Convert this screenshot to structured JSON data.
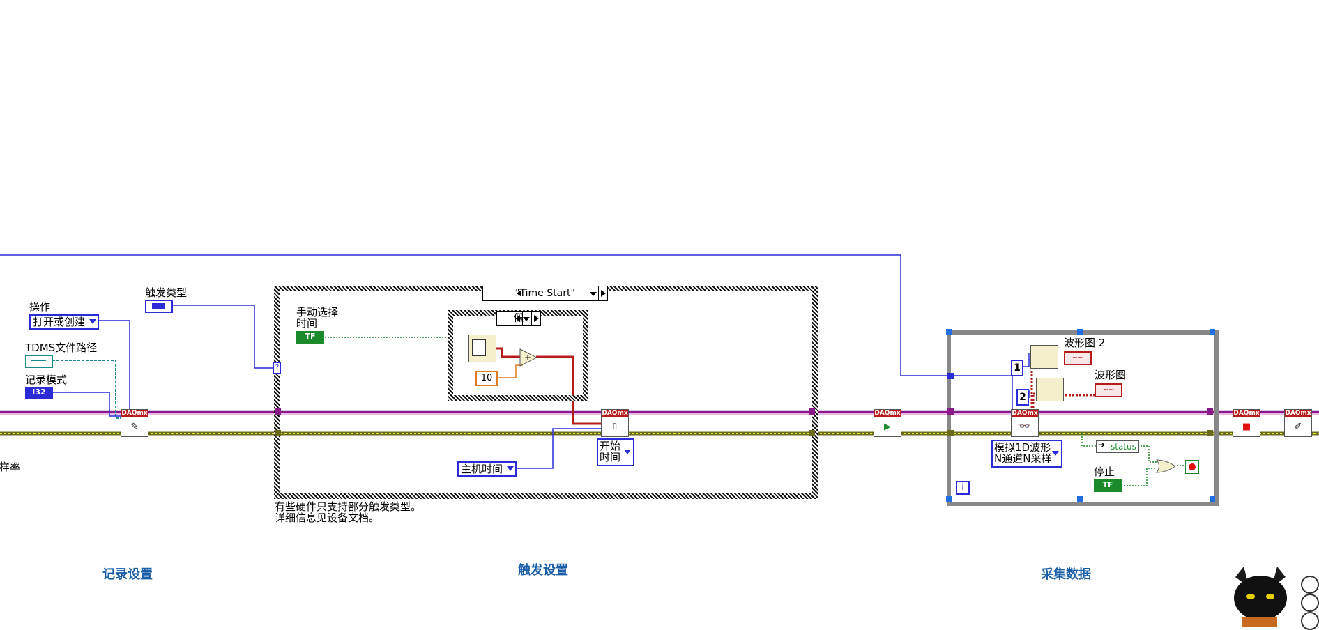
{
  "record_setup": {
    "operation_label": "操作",
    "operation_value": "打开或创建",
    "tdms_path_label": "TDMS文件路径",
    "record_mode_label": "记录模式",
    "record_mode_type": "I32",
    "sample_rate_label": "采样率",
    "section_title": "记录设置"
  },
  "trigger_setup": {
    "trigger_type_label": "触发类型",
    "case_selector": "\"Time Start\"",
    "manual_select_label_1": "手动选择",
    "manual_select_label_2": "时间",
    "bool_const": "TF",
    "inner_case_selector": "假",
    "num_const": "10",
    "host_time_value": "主机时间",
    "start_time_label_1": "开始",
    "start_time_label_2": "时间",
    "note_line1": "有些硬件只支持部分触发类型。",
    "note_line2": "详细信息见设备文档。",
    "section_title": "触发设置"
  },
  "acquire_data": {
    "graph2_label": "波形图 2",
    "graph_label": "波形图",
    "index1": "1",
    "index2": "2",
    "read_mode_line1": "模拟1D波形",
    "read_mode_line2": "N通道N采样",
    "status_label": "status",
    "stop_label": "停止",
    "stop_const": "TF",
    "iteration_label": "i",
    "section_title": "采集数据"
  },
  "daqmx_label": "DAQmx"
}
